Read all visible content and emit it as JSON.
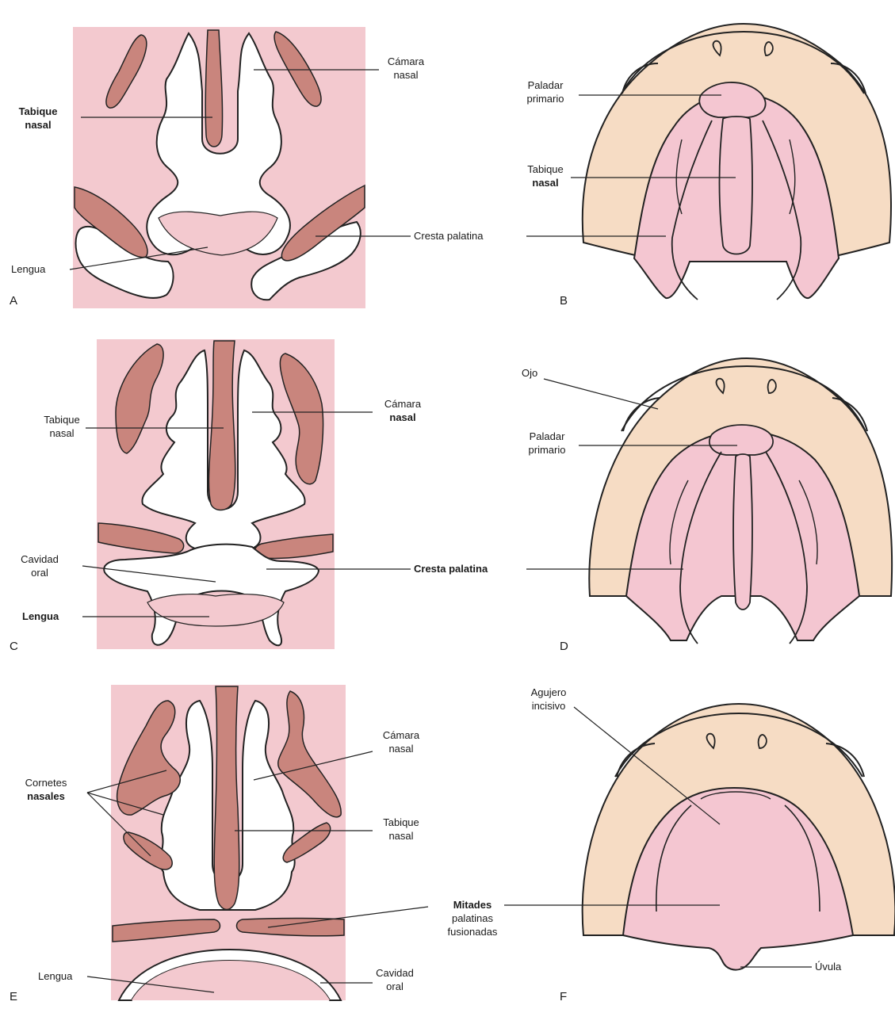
{
  "colors": {
    "tissue": "#f3c9cf",
    "bone": "#c9857d",
    "cavity": "#ffffff",
    "face": "#f6dcc4",
    "palate": "#f4c6d1",
    "outline": "#222222"
  },
  "panels": {
    "A": {
      "letter": "A",
      "tabique": [
        "Tabique",
        "nasal"
      ],
      "camara": [
        "Cámara",
        "nasal"
      ],
      "lengua": "Lengua",
      "cresta": "Cresta palatina"
    },
    "B": {
      "letter": "B",
      "paladar": [
        "Paladar",
        "primario"
      ],
      "tabique": [
        "Tabique",
        "nasal"
      ]
    },
    "C": {
      "letter": "C",
      "tabique": [
        "Tabique",
        "nasal"
      ],
      "camara": [
        "Cámara",
        "nasal"
      ],
      "cavidad": [
        "Cavidad",
        "oral"
      ],
      "lengua": "Lengua",
      "cresta": "Cresta palatina"
    },
    "D": {
      "letter": "D",
      "ojo": "Ojo",
      "paladar": [
        "Paladar",
        "primario"
      ]
    },
    "E": {
      "letter": "E",
      "camara": [
        "Cámara",
        "nasal"
      ],
      "cornetes": [
        "Cornetes",
        "nasales"
      ],
      "tabique": [
        "Tabique",
        "nasal"
      ],
      "mitades": [
        "Mitades",
        "palatinas",
        "fusionadas"
      ],
      "lengua": "Lengua",
      "cavidad": [
        "Cavidad",
        "oral"
      ]
    },
    "F": {
      "letter": "F",
      "agujero": [
        "Agujero",
        "incisivo"
      ],
      "uvula": "Úvula"
    }
  }
}
